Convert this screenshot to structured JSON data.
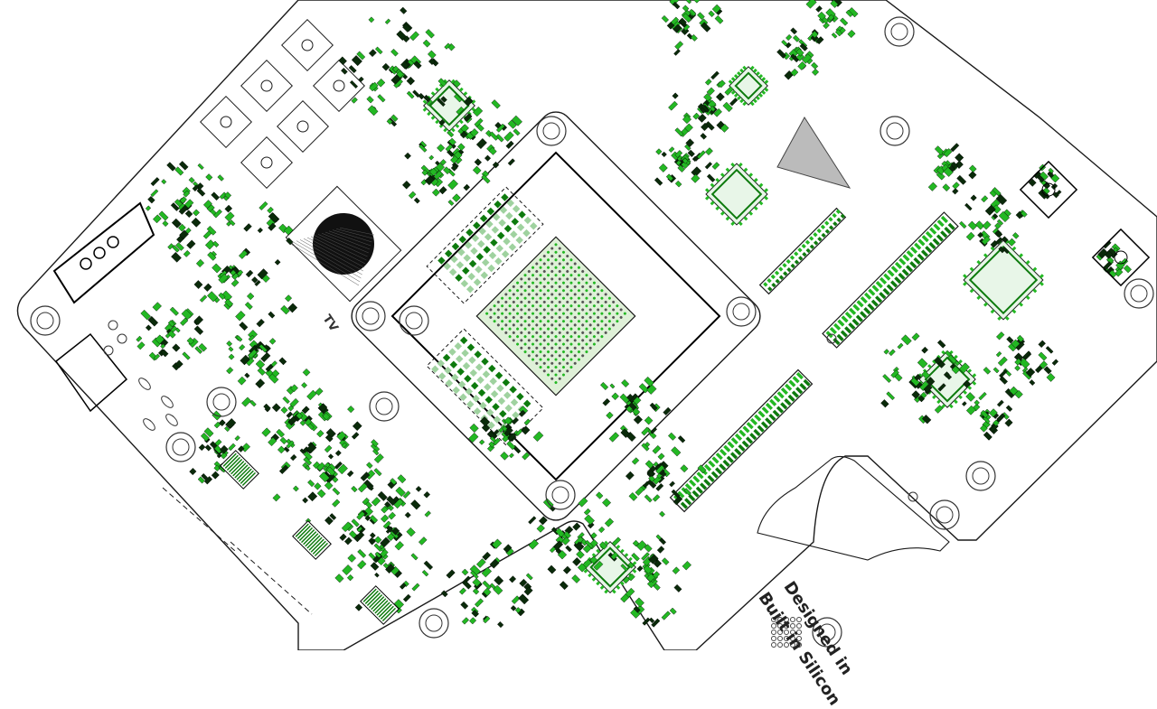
{
  "colors": {
    "outline": "#1a1a1a",
    "copper": "#23b823",
    "copper_dark": "#0d7a0d",
    "pad_dark": "#0a2a0a",
    "background": "#ffffff",
    "battery": "#111111"
  },
  "silkscreen": {
    "designed": "Designed in",
    "built": "Built in Silicon",
    "tv": "TV"
  }
}
